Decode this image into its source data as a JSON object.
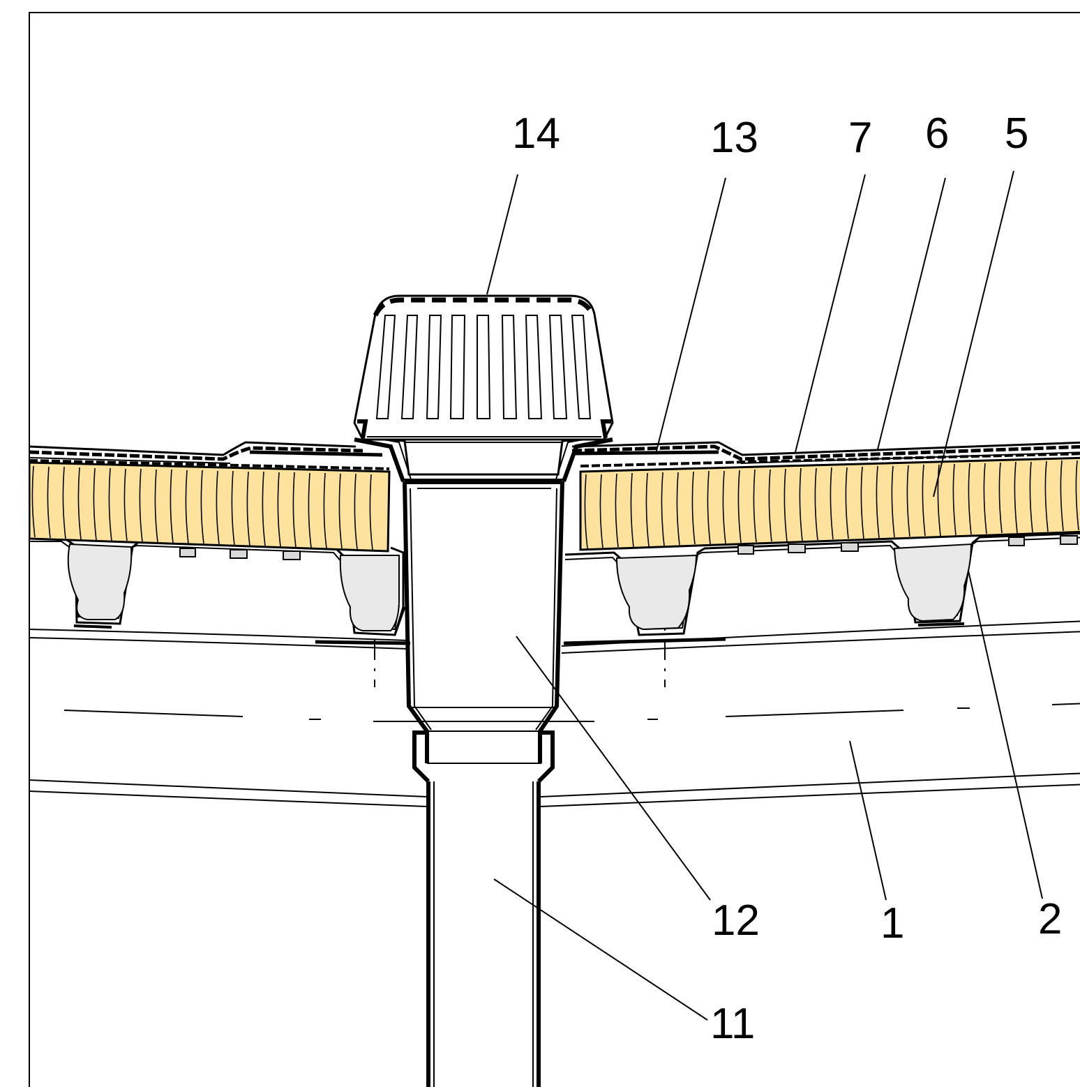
{
  "callouts": {
    "c14": "14",
    "c13": "13",
    "c7": "7",
    "c6": "6",
    "c5": "5",
    "c12": "12",
    "c1": "1",
    "c2": "2",
    "c11": "11"
  },
  "colors": {
    "insulation": "#fce29c",
    "line": "#000000",
    "concrete": "#d9d9d9",
    "background": "#ffffff"
  }
}
